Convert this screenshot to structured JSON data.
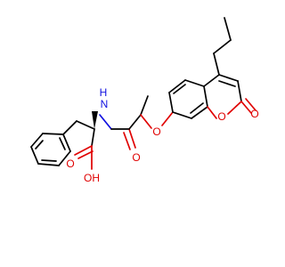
{
  "molecule": {
    "atoms": {
      "nh": {
        "text": "H",
        "color": "#1010e0"
      },
      "n": {
        "text": "N",
        "color": "#1010e0"
      },
      "ether_o": {
        "text": "O",
        "color": "#e00000"
      },
      "amide_o": {
        "text": "O",
        "color": "#e00000"
      },
      "ring_o": {
        "text": "O",
        "color": "#e00000"
      },
      "lactone_o": {
        "text": "O",
        "color": "#e00000"
      },
      "acid_o": {
        "text": "O",
        "color": "#e00000"
      },
      "acid_oh": {
        "text": "OH",
        "color": "#e00000"
      }
    },
    "bond_colors": {
      "carbon": "#000000",
      "oxygen": "#e00000",
      "nitrogen": "#1010e0"
    }
  }
}
